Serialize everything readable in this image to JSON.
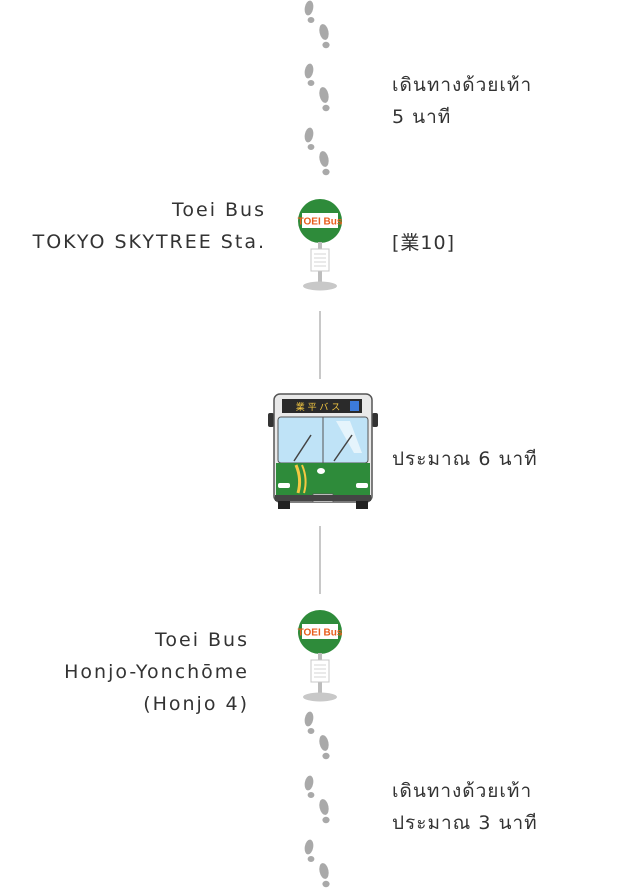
{
  "walk1": {
    "line1": "เดินทางด้วยเท้า",
    "line2": "5 นาที"
  },
  "stop1": {
    "line1": "Toei Bus",
    "line2": "TOKYO SKYTREE Sta.",
    "route": "[業10]",
    "sign_text": "TOEI Bus"
  },
  "ride": {
    "text": "ประมาณ 6 นาที",
    "destination_sign": "業 平 バ ス"
  },
  "stop2": {
    "line1": "Toei Bus",
    "line2": "Honjo-Yonchōme",
    "line3": "(Honjo 4)",
    "sign_text": "TOEI Bus"
  },
  "walk2": {
    "line1": "เดินทางด้วยเท้า",
    "line2": "ประมาณ 3 นาที"
  },
  "colors": {
    "sign_green": "#2e8b3a",
    "sign_orange": "#e85d1c",
    "footprint": "#a9a9a9",
    "line": "#c8c8c8"
  }
}
